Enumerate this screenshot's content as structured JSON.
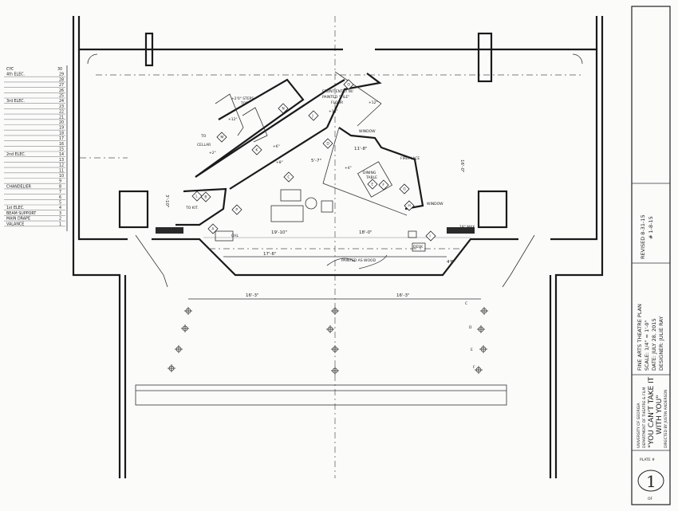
{
  "title_block": {
    "revised": "REVISED 8-31-15",
    "revision_no": "# 1-8-15",
    "plan_title": "FINE ARTS THEATRE PLAN",
    "scale": "SCALE: 1/4\" = 1'-0\"",
    "date": "DATE: JULY 28, 2015",
    "designer": "DESIGNER: JULIE RAY",
    "university": "UNIVERSITY OF GEORGIA",
    "department": "DEPARTMENT OF THEATRE & FILM",
    "show_line1": "\"YOU CAN'T TAKE IT",
    "show_line2": "WITH YOU\"",
    "director": "DIRECTED BY JUSTIN ANDERSON",
    "plate_label": "PLATE #",
    "plate_number": "1",
    "plate_of": "OF"
  },
  "lineset": {
    "header_left": "CYC",
    "header_right": "30",
    "rows": [
      {
        "label": "4th ELEC.",
        "num": "29"
      },
      {
        "label": "",
        "num": "28"
      },
      {
        "label": "",
        "num": "27"
      },
      {
        "label": "",
        "num": "26"
      },
      {
        "label": "",
        "num": "25"
      },
      {
        "label": "3rd ELEC.",
        "num": "24"
      },
      {
        "label": "",
        "num": "23"
      },
      {
        "label": "",
        "num": "22"
      },
      {
        "label": "",
        "num": "21"
      },
      {
        "label": "",
        "num": "20"
      },
      {
        "label": "",
        "num": "19"
      },
      {
        "label": "",
        "num": "18"
      },
      {
        "label": "",
        "num": "17"
      },
      {
        "label": "",
        "num": "16"
      },
      {
        "label": "",
        "num": "15"
      },
      {
        "label": "2nd ELEC.",
        "num": "14"
      },
      {
        "label": "",
        "num": "13"
      },
      {
        "label": "",
        "num": "12"
      },
      {
        "label": "",
        "num": "11"
      },
      {
        "label": "",
        "num": "10"
      },
      {
        "label": "",
        "num": "9"
      },
      {
        "label": "CHANDELIER",
        "num": "8"
      },
      {
        "label": "",
        "num": "7"
      },
      {
        "label": "",
        "num": "6"
      },
      {
        "label": "",
        "num": "5"
      },
      {
        "label": "1st ELEC.",
        "num": "4"
      },
      {
        "label": "BEAM SUPPORT",
        "num": "3"
      },
      {
        "label": "MAIN DRAPE",
        "num": "2"
      },
      {
        "label": "VALANCE",
        "num": "1"
      }
    ]
  },
  "notes": {
    "front_entry": "FRONT ENTRY W/",
    "painted_tile": "PAINTED \"TILE\"",
    "floor": "FLOOR",
    "steps": "+2'0\" STEPS",
    "steps_top": "TOP",
    "to_cellar_1": "TO",
    "to_cellar_2": "CELLAR",
    "window_top": "WINDOW",
    "fireplace": "FIREPLACE",
    "dining_1": "DINING",
    "dining_2": "TABLE",
    "window_right": "WINDOW",
    "to_kit": "TO KIT.",
    "painted_wood": "PAINTED AS WOOD",
    "desk": "DESK",
    "chl": "CHL",
    "max": "18\" MAX"
  },
  "dimensions": {
    "d1": "19'-10\"",
    "d2": "18'-0\"",
    "d3": "17'-6\"",
    "d4": "11'-8\"",
    "d5": "5'-7\"",
    "d6": "16'-0\"",
    "d7": "3'-10\"",
    "d8": "16'-3\"",
    "d9": "16'-3\"",
    "d10": "4'6\""
  },
  "elevations": [
    "+18\"",
    "+12\"",
    "+6\"",
    "+8\"",
    "+4\"",
    "+2\"",
    "+12\""
  ],
  "markers": [
    "A",
    "B",
    "C",
    "D",
    "E",
    "F",
    "G",
    "H",
    "I",
    "J",
    "K",
    "L",
    "M",
    "N",
    "O",
    "P"
  ],
  "row_letters": [
    "C",
    "D",
    "E",
    "F"
  ]
}
